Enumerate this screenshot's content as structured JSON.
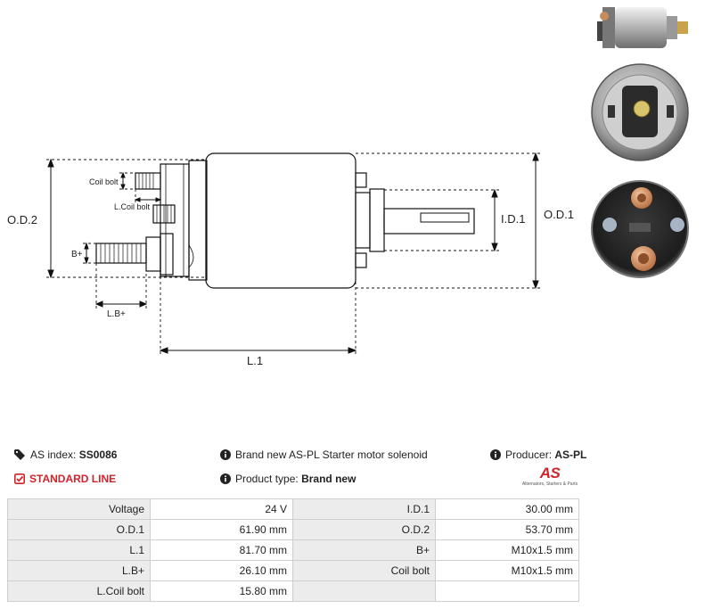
{
  "diagram": {
    "od2": "O.D.2",
    "od1": "O.D.1",
    "id1": "I.D.1",
    "l1": "L.1",
    "lbplus": "L.B+",
    "bplus": "B+",
    "coil_bolt": "Coil bolt",
    "l_coil_bolt": "L.Coil bolt"
  },
  "info": {
    "as_index_label": "AS index:",
    "as_index_value": "SS0086",
    "standard_line": "STANDARD LINE",
    "description": "Brand new AS-PL Starter motor solenoid",
    "product_type_label": "Product type:",
    "product_type_value": "Brand new",
    "producer_label": "Producer:",
    "producer_value": "AS-PL",
    "logo_mark": "AS",
    "logo_tagline": "Alternators, Starters & Parts"
  },
  "specs": {
    "rows": [
      {
        "l1": "Voltage",
        "v1": "24 V",
        "l2": "I.D.1",
        "v2": "30.00 mm"
      },
      {
        "l1": "O.D.1",
        "v1": "61.90 mm",
        "l2": "O.D.2",
        "v2": "53.70 mm"
      },
      {
        "l1": "L.1",
        "v1": "81.70 mm",
        "l2": "B+",
        "v2": "M10x1.5 mm"
      },
      {
        "l1": "L.B+",
        "v1": "26.10 mm",
        "l2": "Coil bolt",
        "v2": "M10x1.5 mm"
      },
      {
        "l1": "L.Coil bolt",
        "v1": "15.80 mm",
        "l2": "",
        "v2": ""
      }
    ]
  },
  "colors": {
    "brand_red": "#d2232a",
    "label_bg": "#ececec",
    "border": "#cfcfcf"
  },
  "icons": {
    "tag": "tag-icon",
    "check": "check-square-icon",
    "info": "info-circle-icon"
  }
}
